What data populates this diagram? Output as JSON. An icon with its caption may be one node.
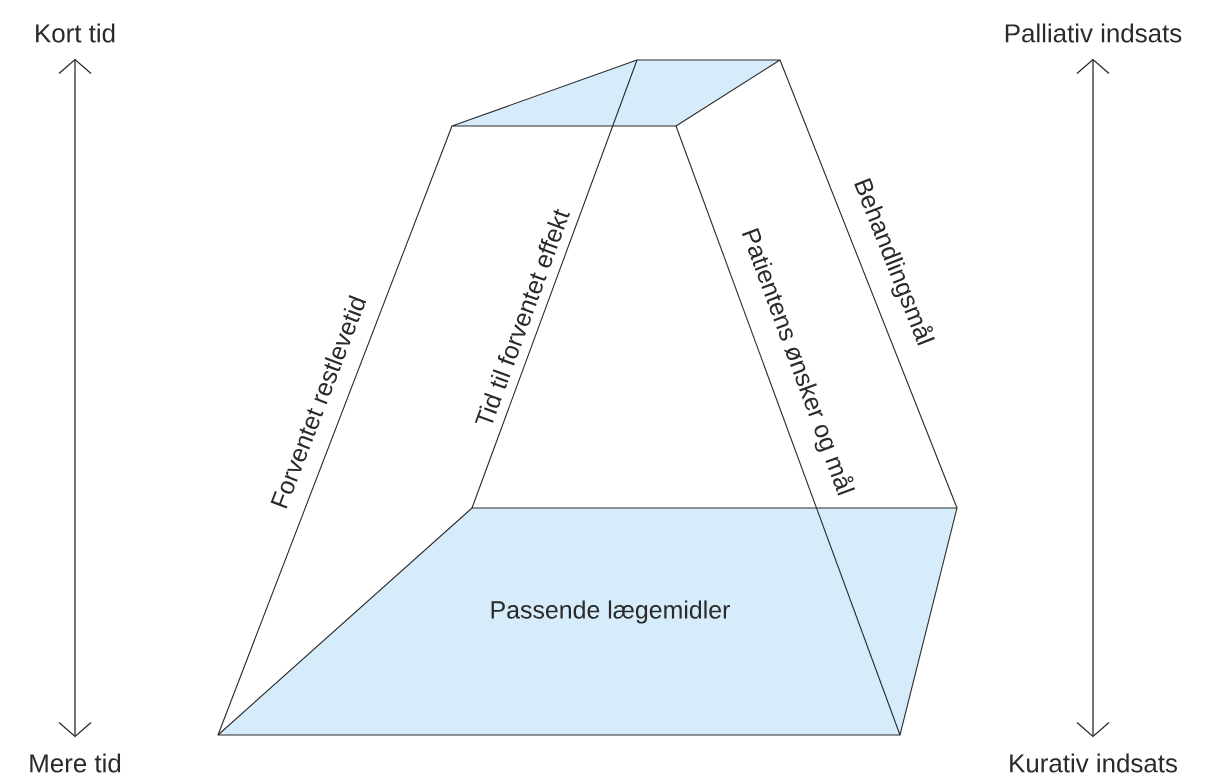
{
  "diagram": {
    "nodes": [
      {
        "text": [
          "Kort tid"
        ]
      },
      {
        "text": [
          "Mere tid"
        ]
      },
      {
        "text": [
          "Palliativ indsats"
        ]
      },
      {
        "text": [
          "Kurativ indsats"
        ]
      },
      {
        "text": [
          "Passende lægemidler"
        ]
      }
    ],
    "edges": [
      {
        "from": 0,
        "to": 1,
        "arrow": "both"
      },
      {
        "from": 2,
        "to": 3,
        "arrow": "both"
      }
    ],
    "labels": [
      "Behandlingsmål",
      "Forventet restlevetid",
      "Tid til forventet effekt",
      "Patientens ønsker og mål"
    ]
  }
}
